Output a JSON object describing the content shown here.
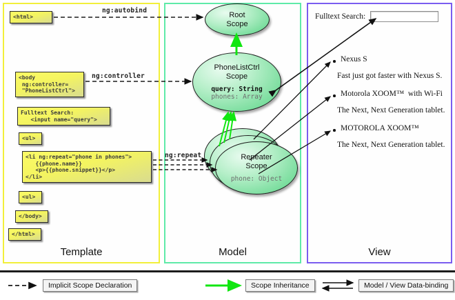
{
  "panels": {
    "template": {
      "label": "Template",
      "border_color": "#f2ef3a"
    },
    "model": {
      "label": "Model",
      "border_color": "#5eeaa8"
    },
    "view": {
      "label": "View",
      "border_color": "#7a5cf0"
    }
  },
  "template_code": [
    {
      "name": "html-open",
      "text": "<html>"
    },
    {
      "name": "body-open",
      "text": "<body\n ng:controller=\n \"PhoneListCtrl\">"
    },
    {
      "name": "search",
      "text": "Fulltext Search:\n   <input name=\"query\">"
    },
    {
      "name": "ul-open",
      "text": "<ul>"
    },
    {
      "name": "li-repeat",
      "text": "<li ng:repeat=\"phone in phones\">\n   {{phone.name}}\n   <p>{{phone.snippet}}</p>\n</li>"
    },
    {
      "name": "ul-close",
      "text": "<ul>"
    },
    {
      "name": "body-close",
      "text": "</body>"
    },
    {
      "name": "html-close",
      "text": "</html>"
    }
  ],
  "connector_labels": {
    "autobind": "ng:autobind",
    "controller": "ng:controller",
    "repeat": "ng:repeat"
  },
  "scopes": [
    {
      "name": "root-scope",
      "title_line1": "Root",
      "title_line2": "Scope",
      "props": []
    },
    {
      "name": "phonelistctrl-scope",
      "title_line1": "PhoneListCtrl",
      "title_line2": "Scope",
      "props": [
        {
          "text": "query: String",
          "style": "bold"
        },
        {
          "text": "phones: Array",
          "style": "dim"
        }
      ]
    },
    {
      "name": "repeater-scope",
      "title_line1": "Repeater",
      "title_line2": "Scope",
      "props": [
        {
          "text": "phone: Object",
          "style": "dim"
        }
      ]
    }
  ],
  "view": {
    "search_label": "Fulltext Search:",
    "search_value": "",
    "search_placeholder": "",
    "items": [
      {
        "title": "Nexus S",
        "snippet": "Fast just got faster with Nexus S."
      },
      {
        "title": "Motorola XOOM™  with Wi-Fi",
        "snippet": "The Next, Next Generation tablet."
      },
      {
        "title": "MOTOROLA XOOM™",
        "snippet": "The Next, Next Generation tablet."
      }
    ]
  },
  "legend": [
    {
      "name": "implicit-scope-declaration",
      "label": "Implicit Scope Declaration",
      "arrow": "dashed-black",
      "color": "#1a1a1a"
    },
    {
      "name": "scope-inheritance",
      "label": "Scope Inheritance",
      "arrow": "solid-green",
      "color": "#11e611"
    },
    {
      "name": "model-view-data-binding",
      "label": "Model / View Data-binding",
      "arrow": "double-black",
      "color": "#111111"
    }
  ],
  "colors": {
    "template_border": "#f2ef3a",
    "model_border": "#5eeaa8",
    "view_border": "#7a5cf0",
    "scope_fill": "#79dd9d",
    "inheritance_arrow": "#11e611",
    "code_box_fill": "#f4f460"
  }
}
